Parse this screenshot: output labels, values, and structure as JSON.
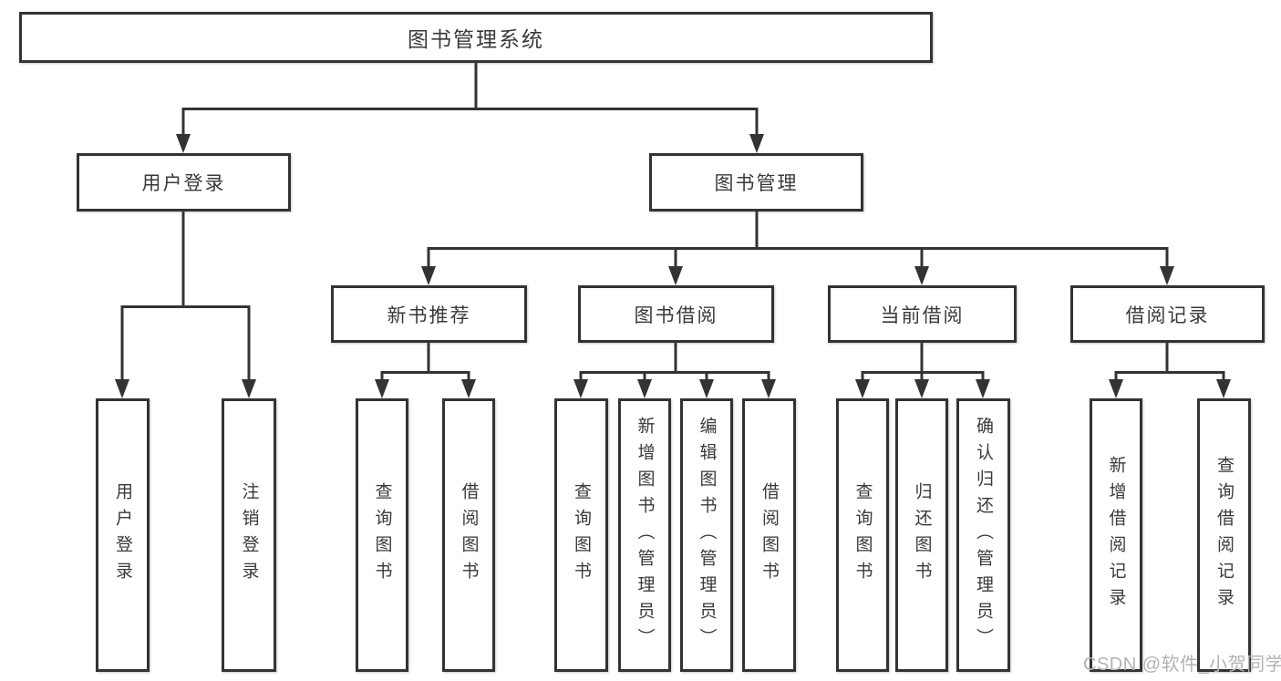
{
  "tree": {
    "label": "图书管理系统",
    "children": [
      {
        "label": "用户登录",
        "children": [
          {
            "label": "用户登录"
          },
          {
            "label": "注销登录"
          }
        ]
      },
      {
        "label": "图书管理",
        "children": [
          {
            "label": "新书推荐",
            "children": [
              {
                "label": "查询图书"
              },
              {
                "label": "借阅图书"
              }
            ]
          },
          {
            "label": "图书借阅",
            "children": [
              {
                "label": "查询图书"
              },
              {
                "label": "新增图书（管理员）"
              },
              {
                "label": "编辑图书（管理员）"
              },
              {
                "label": "借阅图书"
              }
            ]
          },
          {
            "label": "当前借阅",
            "children": [
              {
                "label": "查询图书"
              },
              {
                "label": "归还图书"
              },
              {
                "label": "确认归还（管理员）"
              }
            ]
          },
          {
            "label": "借阅记录",
            "children": [
              {
                "label": "新增借阅记录"
              },
              {
                "label": "查询借阅记录"
              }
            ]
          }
        ]
      }
    ]
  },
  "watermark": "CSDN @软件_小贺同学",
  "colors": {
    "line": "#333333",
    "text": "#3a3a3a",
    "watermark": "#b3b3b3",
    "bg": "#ffffff"
  }
}
